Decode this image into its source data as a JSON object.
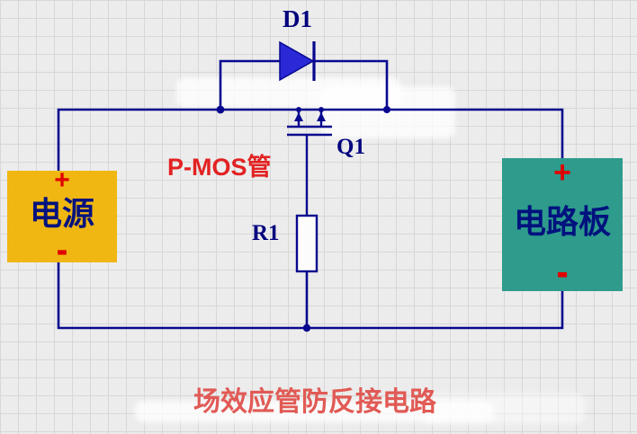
{
  "title": "场效应管防反接电路",
  "components": {
    "diode_label": "D1",
    "mosfet_label": "Q1",
    "mosfet_type": "P-MOS管",
    "resistor_label": "R1"
  },
  "power_source": {
    "name": "电源",
    "plus": "+",
    "minus": "-"
  },
  "circuit_board": {
    "name": "电路板",
    "plus": "+",
    "minus": "-"
  },
  "colors": {
    "wire": "#08088f",
    "diode_fill": "#2929d8",
    "designator_blue": "#00007d",
    "mos_type_red": "#e32222",
    "title_red": "#e15a55",
    "sign_red": "#e00000",
    "power_box_fill": "#f0b612",
    "board_box_fill": "#2e9b8c",
    "background": "#ececec"
  }
}
